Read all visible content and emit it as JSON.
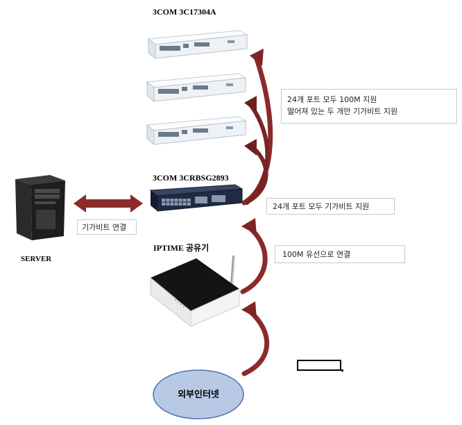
{
  "labels": {
    "switch_top": "3COM 3C17304A",
    "switch_mid": "3COM 3CRBSG2893",
    "router": "IPTIME 공유기",
    "server": "SERVER",
    "internet": "외부인터넷",
    "link": "기가비트  연결"
  },
  "notes": {
    "top_line1": "24개 포트 모두  100M  지원",
    "top_line2": "떨어져 있는 두  개만 기가비트  지원",
    "mid": "24개 포트 모두  기가비트  지원",
    "low": "100M 유선으로  연결"
  },
  "colors": {
    "arrow": "#8b2a2a",
    "arrow_dark": "#6e1f1f",
    "switch_body": "#f2f5f8",
    "gbit_switch": "#1f2a44",
    "internet_fill": "#b8c9e6"
  }
}
